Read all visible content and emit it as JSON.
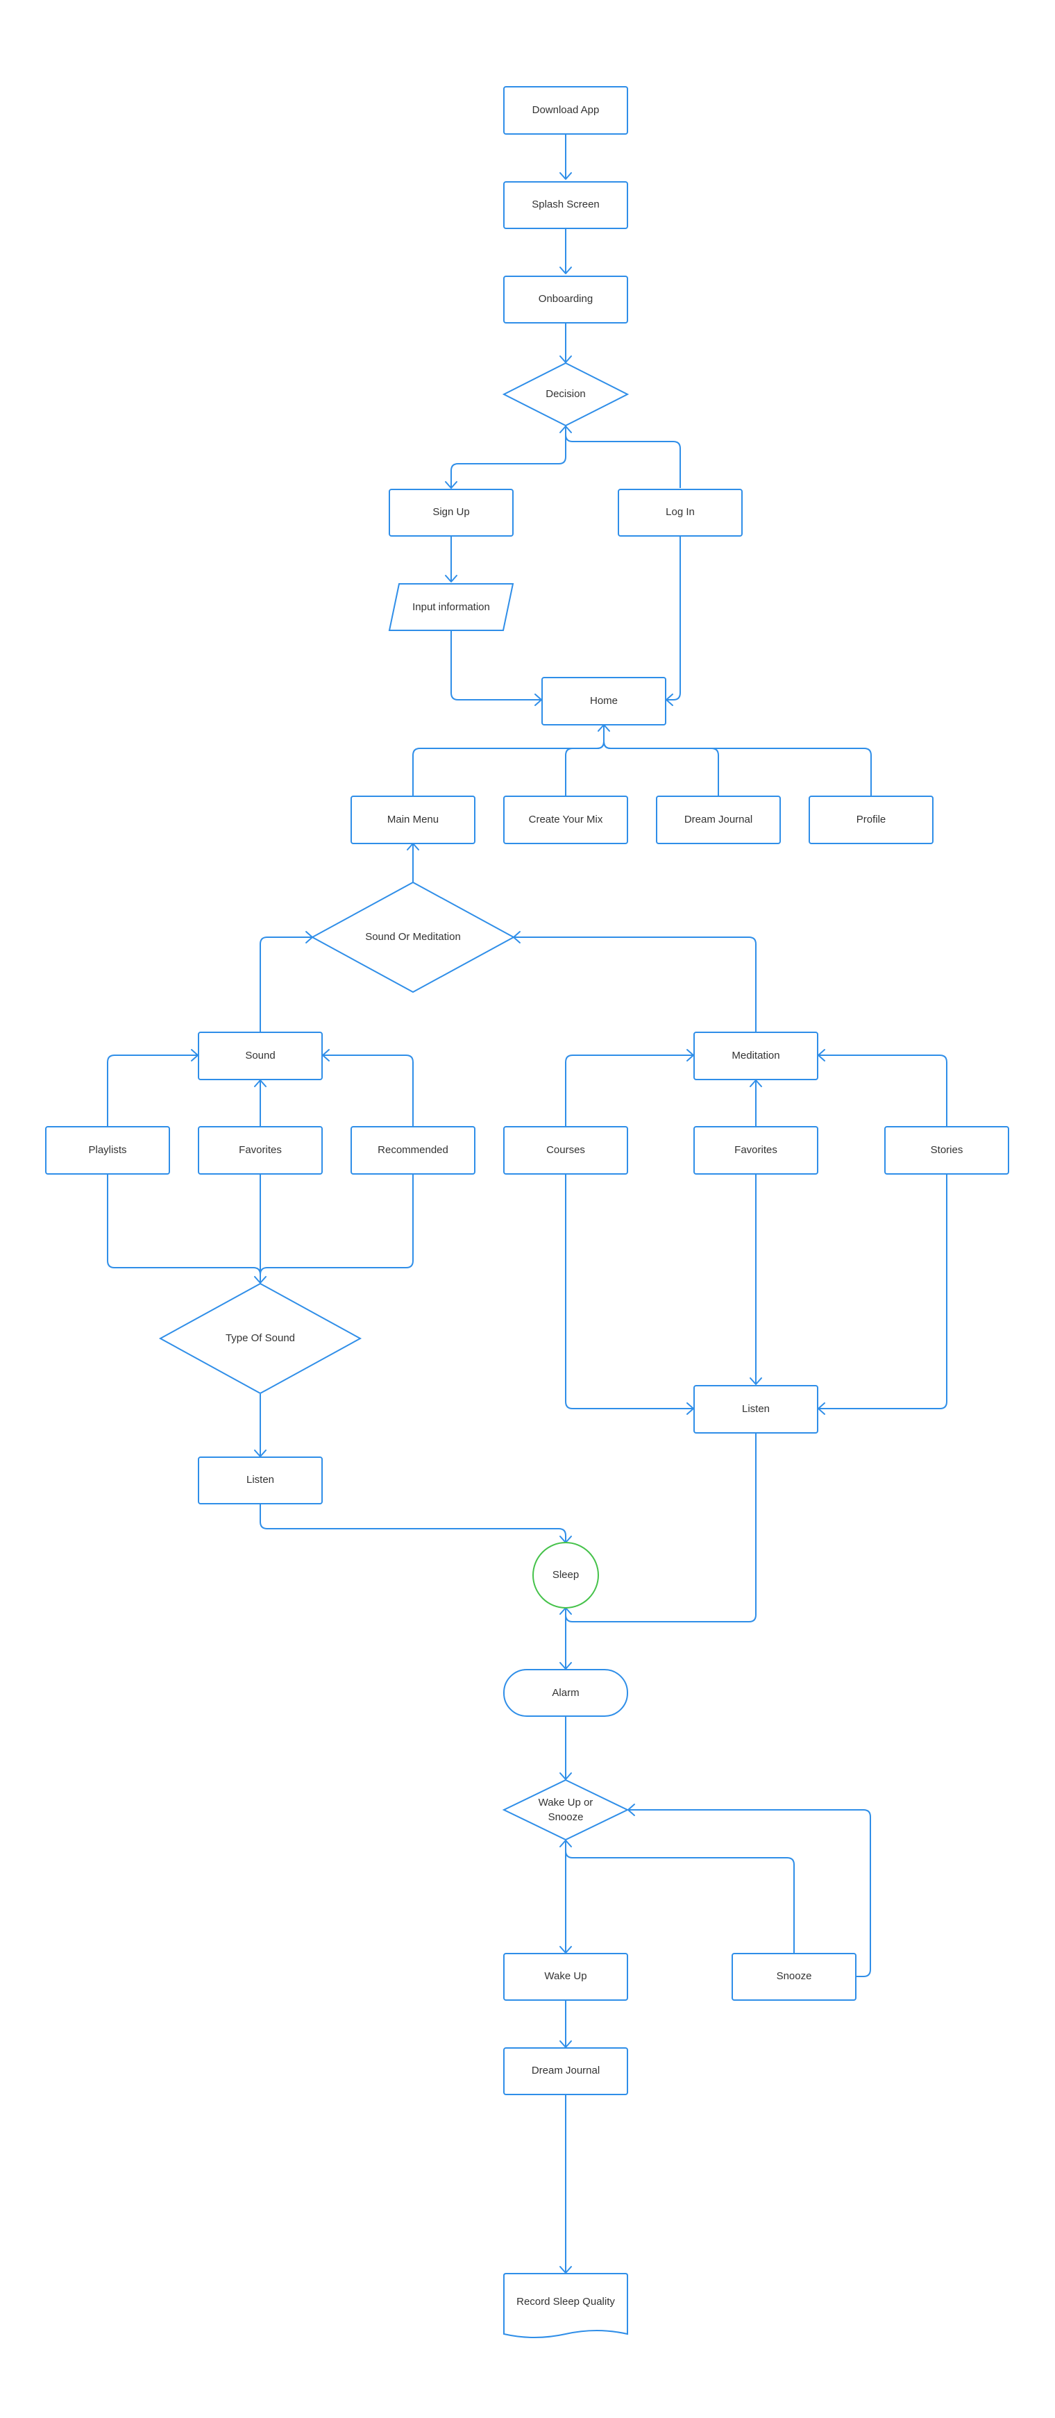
{
  "colors": {
    "stroke": "#2f8ee8",
    "sleep": "#45c24a",
    "text": "#333333",
    "background": "#ffffff"
  },
  "nodes": {
    "download_app": "Download App",
    "splash_screen": "Splash Screen",
    "onboarding": "Onboarding",
    "decision": "Decision",
    "sign_up": "Sign Up",
    "log_in": "Log In",
    "input_information": "Input information",
    "home": "Home",
    "main_menu": "Main Menu",
    "create_your_mix": "Create Your Mix",
    "dream_journal_top": "Dream Journal",
    "profile": "Profile",
    "sound_or_meditation": "Sound Or Meditation",
    "sound": "Sound",
    "meditation": "Meditation",
    "playlists": "Playlists",
    "favorites_sound": "Favorites",
    "recommended": "Recommended",
    "courses": "Courses",
    "favorites_meditation": "Favorites",
    "stories": "Stories",
    "type_of_sound": "Type Of Sound",
    "listen_sound": "Listen",
    "listen_meditation": "Listen",
    "sleep": "Sleep",
    "alarm": "Alarm",
    "wake_or_snooze_line1": "Wake Up or",
    "wake_or_snooze_line2": "Snooze",
    "wake_up": "Wake Up",
    "snooze": "Snooze",
    "dream_journal_bottom": "Dream Journal",
    "record_sleep_quality": "Record Sleep Quality"
  }
}
